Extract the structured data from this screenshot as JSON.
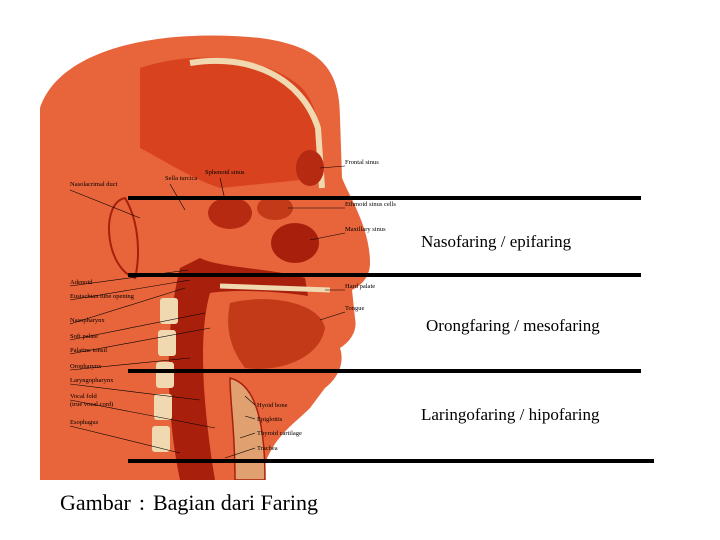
{
  "regions": [
    {
      "label": "Nasofaring / epifaring"
    },
    {
      "label": "Orongfaring / mesofaring"
    },
    {
      "label": "Laringofaring / hipofaring"
    }
  ],
  "caption": {
    "prefix": "Gambar",
    "separator": ":",
    "text": "Bagian dari Faring"
  },
  "anatomy_labels": {
    "nasolacrimal_duct": "Nasolacrimal duct",
    "sella_turcica": "Sella turcica",
    "sphenoid_sinus": "Sphenoid sinus",
    "frontal_sinus": "Frontal sinus",
    "ethmoid_sinus_cells": "Ethmoid sinus cells",
    "maxillary_sinus": "Maxillary sinus",
    "adenoid": "Adenoid",
    "eustachian_tube_opening": "Eustachian tube opening",
    "nasopharynx": "Nasopharynx",
    "soft_palate": "Soft palate",
    "palatine_tonsil": "Palatine tonsil",
    "oropharynx": "Oropharynx",
    "laryngopharynx": "Laryngopharynx",
    "vocal_fold": "Vocal fold",
    "vocal_fold_note": "(true vocal cord)",
    "esophagus": "Esophagus",
    "hard_palate": "Hard palate",
    "tongue": "Tongue",
    "hyoid_bone": "Hyoid bone",
    "epiglottis": "Epiglottis",
    "thyroid_cartilage": "Thyroid cartilage",
    "trachea": "Trachea"
  },
  "colors": {
    "line": "#000000",
    "tissue": "#d8421e",
    "tissue_dark": "#a8200c",
    "skin": "#e8643a",
    "bone": "#f0d8b0"
  }
}
